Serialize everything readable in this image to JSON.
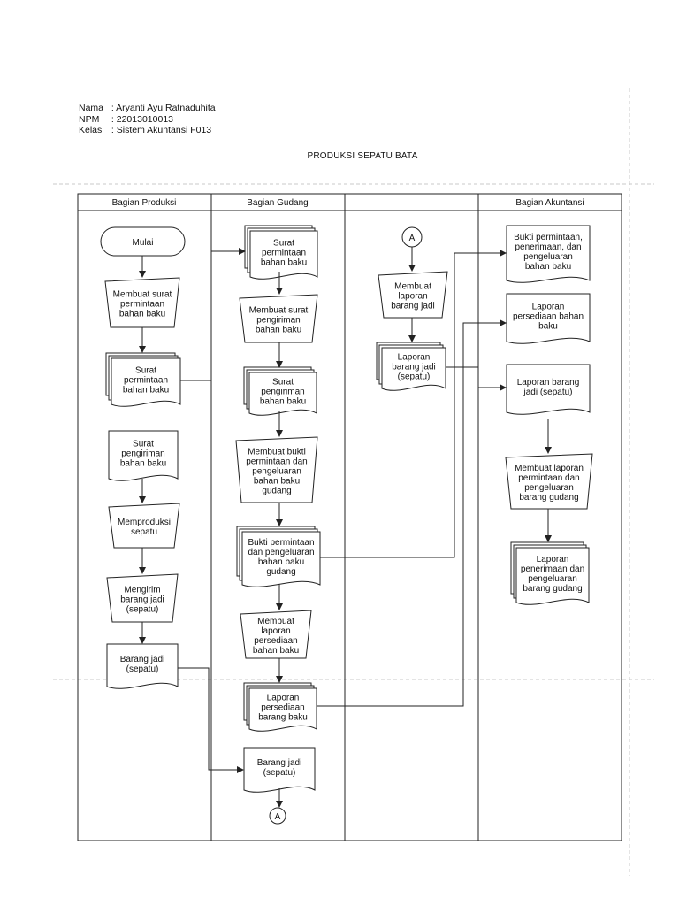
{
  "header": {
    "name_label": "Nama",
    "name_value": ": Aryanti Ayu Ratnaduhita",
    "npm_label": "NPM",
    "npm_value": ": 22013010013",
    "class_label": "Kelas",
    "class_value": ": Sistem Akuntansi F013"
  },
  "title": "PRODUKSI SEPATU BATA",
  "lanes": [
    "Bagian Produksi",
    "Bagian Gudang",
    "",
    "Bagian Akuntansi"
  ],
  "nodes": {
    "start": "Mulai",
    "p1": [
      "Membuat surat",
      "permintaan",
      "bahan baku"
    ],
    "p2": [
      "Surat",
      "permintaan",
      "bahan baku"
    ],
    "p3": [
      "Surat",
      "pengiriman",
      "bahan baku"
    ],
    "p4": [
      "Memproduksi",
      "sepatu"
    ],
    "p5": [
      "Mengirim",
      "barang jadi",
      "(sepatu)"
    ],
    "p6": [
      "Barang jadi",
      "(sepatu)"
    ],
    "g1": [
      "Surat",
      "permintaan",
      "bahan baku"
    ],
    "g2": [
      "Membuat surat",
      "pengiriman",
      "bahan baku"
    ],
    "g3": [
      "Surat",
      "pengiriman",
      "bahan baku"
    ],
    "g4": [
      "Membuat bukti",
      "permintaan dan",
      "pengeluaran",
      "bahan baku",
      "gudang"
    ],
    "g5": [
      "Bukti permintaan",
      "dan pengeluaran",
      "bahan baku",
      "gudang"
    ],
    "g6": [
      "Membuat",
      "laporan",
      "persediaan",
      "bahan baku"
    ],
    "g7": [
      "Laporan",
      "persediaan",
      "barang baku"
    ],
    "g8": [
      "Barang jadi",
      "(sepatu)"
    ],
    "connector": "A",
    "m1": [
      "Membuat",
      "laporan",
      "barang jadi"
    ],
    "m2": [
      "Laporan",
      "barang jadi",
      "(sepatu)"
    ],
    "a1": [
      "Bukti permintaan,",
      "penerimaan, dan",
      "pengeluaran",
      "bahan baku"
    ],
    "a2": [
      "Laporan",
      "persediaan bahan",
      "baku"
    ],
    "a3": [
      "Laporan barang",
      "jadi (sepatu)"
    ],
    "a4": [
      "Membuat laporan",
      "permintaan dan",
      "pengeluaran",
      "barang gudang"
    ],
    "a5": [
      "Laporan",
      "penerimaan dan",
      "pengeluaran",
      "barang gudang"
    ]
  }
}
